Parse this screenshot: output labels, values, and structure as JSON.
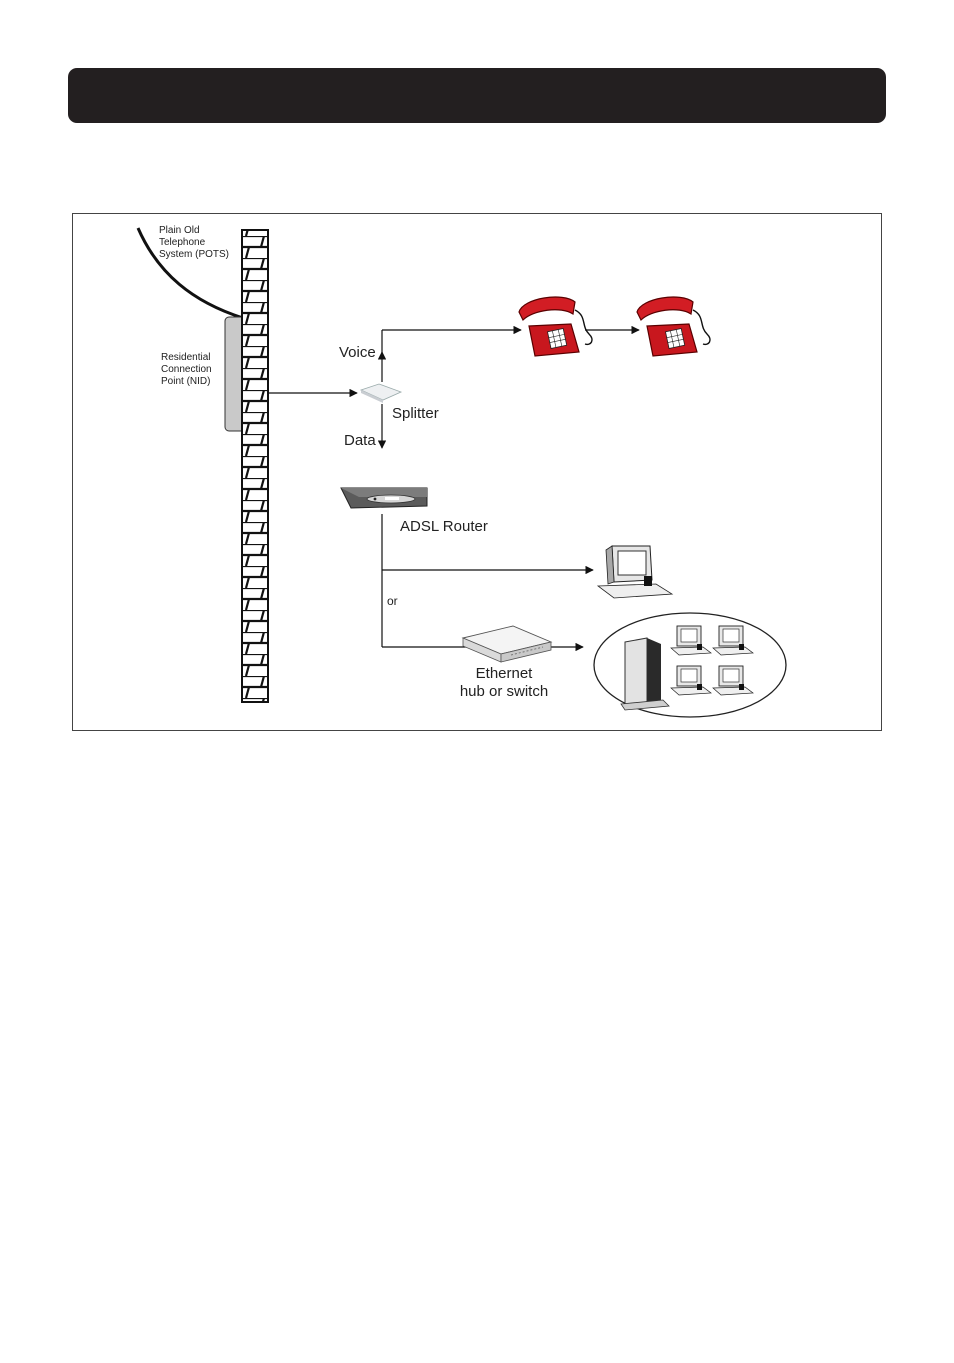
{
  "header": {
    "title": ""
  },
  "diagram": {
    "labels": {
      "pots_line1": "Plain Old",
      "pots_line2": "Telephone",
      "pots_line3": "System (POTS)",
      "nid_line1": "Residential",
      "nid_line2": "Connection",
      "nid_line3": "Point (NID)",
      "voice": "Voice",
      "splitter": "Splitter",
      "data": "Data",
      "router": "ADSL Router",
      "or": "or",
      "hub_line1": "Ethernet",
      "hub_line2": "hub or switch"
    },
    "icons": [
      "brick-wall-icon",
      "nid-box-icon",
      "telephone-icon",
      "splitter-icon",
      "adsl-router-icon",
      "computer-icon",
      "ethernet-hub-icon",
      "server-tower-icon",
      "network-computers-icon"
    ],
    "colors": {
      "phone_red": "#c8171e",
      "header_bar": "#231f20"
    }
  }
}
